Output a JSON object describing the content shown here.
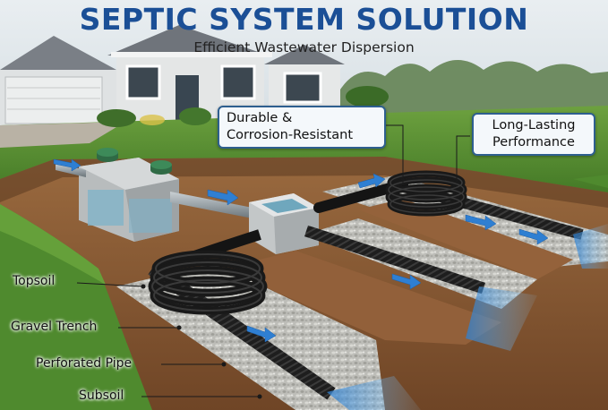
{
  "header": {
    "title": "SEPTIC SYSTEM SOLUTION",
    "subtitle": "Efficient Wastewater Dispersion"
  },
  "callouts": {
    "durable": [
      "Durable &",
      "Corrosion-Resistant"
    ],
    "long_lasting": [
      "Long-Lasting",
      "Performance"
    ]
  },
  "labels": {
    "topsoil": "Topsoil",
    "gravel_trench": "Gravel Trench",
    "perforated_pipe": "Perforated Pipe",
    "subsoil": "Subsoil"
  },
  "colors": {
    "title": "#1b4f96",
    "callout_border": "#2e5f8f",
    "grass": "#4f8a2e",
    "soil": "#8a5a34",
    "gravel": "#b9b9b4",
    "pipe": "#1c1c1c",
    "water": "#3f8fd6"
  }
}
